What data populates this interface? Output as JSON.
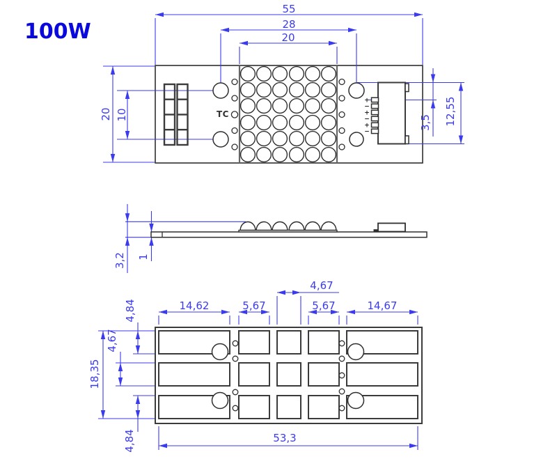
{
  "title": "100W",
  "drawing": {
    "top_view": {
      "dim_width": "55",
      "dim_hole_spacing_x": "28",
      "dim_led_area_width": "20",
      "dim_height": "20",
      "dim_hole_spacing_y": "10",
      "dim_pin_offset": "3,5",
      "dim_connector_height": "12,55",
      "silkscreen_label": "TC",
      "pin_marks": [
        "+",
        "−",
        "+",
        "−",
        "+",
        "−"
      ]
    },
    "side_view": {
      "dim_total_height": "3,2",
      "dim_board_thickness": "1"
    },
    "bottom_view": {
      "dim_center_pad_width": "4,67",
      "dim_pad_left_width": "14,62",
      "dim_pad_inner_left_width": "5,67",
      "dim_pad_inner_right_width": "5,67",
      "dim_pad_right_width": "14,67",
      "dim_row_top_height": "4,84",
      "dim_row_mid_height": "4,67",
      "dim_rows_total_height": "18,35",
      "dim_row_bottom_height": "4,84",
      "dim_pad_span_width": "53,3"
    }
  },
  "colors": {
    "dimension_blue": "#3b3bee",
    "outline_dark": "#2e2e2e",
    "title_blue": "#0909dd",
    "background": "#ffffff"
  }
}
